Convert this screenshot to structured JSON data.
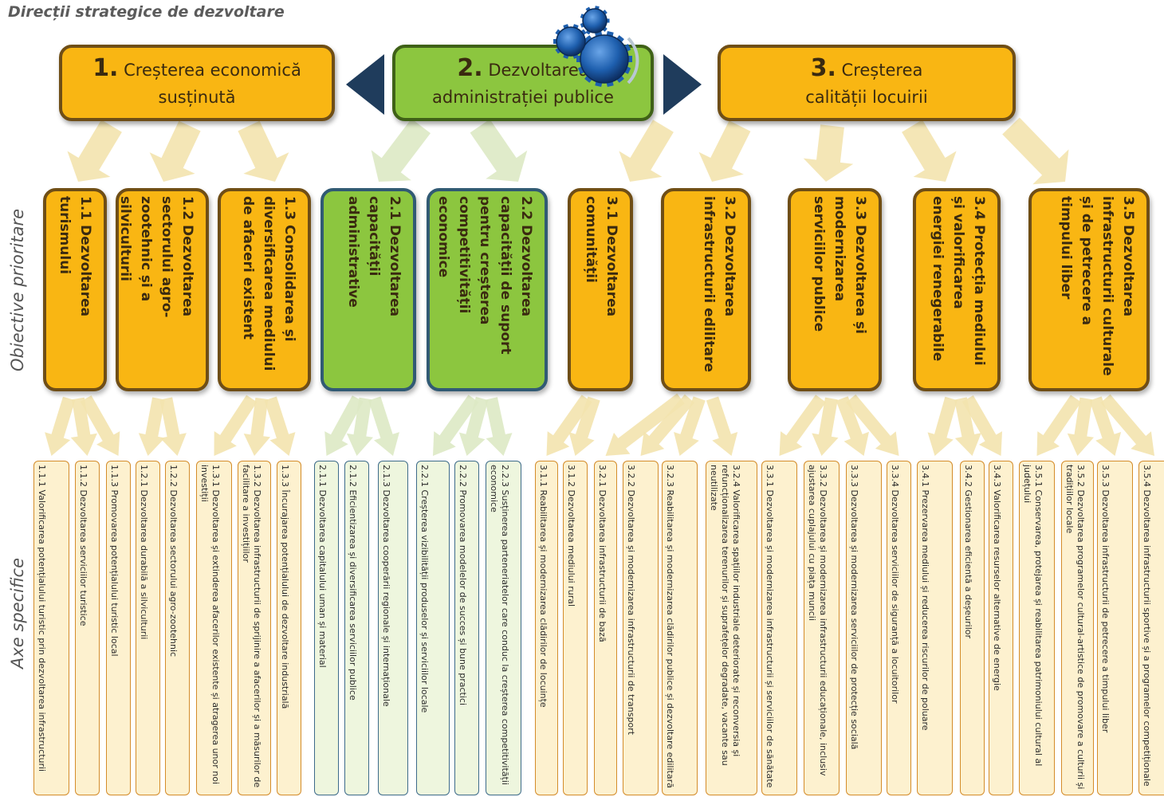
{
  "header": {
    "title": "Direcții strategice de dezvoltare"
  },
  "row_labels": {
    "objectives": "Obiective prioritare",
    "axes": "Axe specifice"
  },
  "directions": [
    {
      "num": "1.",
      "line1": "Creșterea economică",
      "line2": "susținută",
      "color": "#f9b613"
    },
    {
      "num": "2.",
      "line1": "Dezvoltarea",
      "line2": "administrației publice",
      "color": "#8cc63f"
    },
    {
      "num": "3.",
      "line1": "Creșterea",
      "line2": "calității locuirii",
      "color": "#f9b613"
    }
  ],
  "objectives": [
    {
      "code": "1.1",
      "text": "1.1 Dezvoltarea turismului",
      "group": "1"
    },
    {
      "code": "1.2",
      "text": "1.2 Dezvoltarea sectorului agro-zootehnic și a silviculturii",
      "group": "1"
    },
    {
      "code": "1.3",
      "text": "1.3 Consolidarea și diversificarea mediului de afaceri existent",
      "group": "1"
    },
    {
      "code": "2.1",
      "text": "2.1 Dezvoltarea capacității administrative",
      "group": "2"
    },
    {
      "code": "2.2",
      "text": "2.2 Dezvoltarea capacității de suport pentru creșterea competitivității economice",
      "group": "2"
    },
    {
      "code": "3.1",
      "text": "3.1 Dezvoltarea comunității",
      "group": "3"
    },
    {
      "code": "3.2",
      "text": "3.2 Dezvoltarea infrastructurii edilitare",
      "group": "3"
    },
    {
      "code": "3.3",
      "text": "3.3 Dezvoltarea și modernizarea serviciilor publice",
      "group": "3"
    },
    {
      "code": "3.4",
      "text": "3.4 Protecția mediului și valorificarea energiei renegerabile",
      "group": "3"
    },
    {
      "code": "3.5",
      "text": "3.5 Dezvoltarea infrastructurii culturale și de petrecere a timpului liber",
      "group": "3"
    }
  ],
  "axes": [
    {
      "text": "1.1.1 Valorificarea potențialului turistic prin dezvoltarea infrastructurii",
      "group": "1"
    },
    {
      "text": "1.1.2 Dezvoltarea serviciilor turistice",
      "group": "1"
    },
    {
      "text": "1.1.3 Promovarea potențialului turistic local",
      "group": "1"
    },
    {
      "text": "1.2.1 Dezvoltarea durabilă a silviculturii",
      "group": "1"
    },
    {
      "text": "1.2.2 Dezvoltarea sectorului agro-zootehnic",
      "group": "1"
    },
    {
      "text": "1.3.1 Dezvoltarea și extinderea afacerilor existente și atragerea unor noi investiții",
      "group": "1"
    },
    {
      "text": "1.3.2 Dezvoltarea infrastructurii de sprijinire a afacerilor și a măsurilor de facilitare a investițiilor",
      "group": "1"
    },
    {
      "text": "1.3.3 Încurajarea potențialului de dezvoltare industrială",
      "group": "1"
    },
    {
      "text": "2.1.1 Dezvoltarea capitalului uman și material",
      "group": "2"
    },
    {
      "text": "2.1.2 Eficientizarea și diversificarea serviciilor publice",
      "group": "2"
    },
    {
      "text": "2.1.3 Dezvoltarea cooperării regionale și internaționale",
      "group": "2"
    },
    {
      "text": "2.2.1 Creșterea vizibilității produselor și serviciilor locale",
      "group": "2"
    },
    {
      "text": "2.2.2 Promovarea modelelor de succes și bune practici",
      "group": "2"
    },
    {
      "text": "2.2.3 Susținerea parteneriatelor care conduc la creșterea competitivității economice",
      "group": "2"
    },
    {
      "text": "3.1.1 Reabilitarea și modernizarea clădirilor de locuințe",
      "group": "3"
    },
    {
      "text": "3.1.2 Dezvoltarea mediului rural",
      "group": "3"
    },
    {
      "text": "3.2.1 Dezvoltarea infrastructurii de bază",
      "group": "3"
    },
    {
      "text": "3.2.2 Dezvoltarea și modernizarea infrastructurii de transport",
      "group": "3"
    },
    {
      "text": "3.2.3 Reabilitarea și modernizarea clădirilor publice și dezvoltare edilitară",
      "group": "3"
    },
    {
      "text": "3.2.4 Valorificarea spațiilor industriale deteriorate și reconversia și refuncționalizarea terenurilor și suprafețelor degradate, vacante sau neutilizate",
      "group": "3"
    },
    {
      "text": "3.3.1 Dezvoltarea și modernizarea infrastructurii și serviciilor de sănătate",
      "group": "3"
    },
    {
      "text": "3.3.2 Dezvoltarea și modernizarea infrastructurii educaționale, inclusiv ajustarea cuplajului cu piața muncii",
      "group": "3"
    },
    {
      "text": "3.3.3 Dezvoltarea și modernizarea serviciilor de protecție socială",
      "group": "3"
    },
    {
      "text": "3.3.4 Dezvoltarea serviciilor de siguranță a locuitorilor",
      "group": "3"
    },
    {
      "text": "3.4.1 Prezervarea mediului și reducerea riscurilor de poluare",
      "group": "3"
    },
    {
      "text": "3.4.2 Gestionarea eficientă a deșeurilor",
      "group": "3"
    },
    {
      "text": "3.4.3 Valorificarea resurselor alternative de energie",
      "group": "3"
    },
    {
      "text": "3.5.1 Conservarea, protejarea și reabilitarea patrimoniului cultural al județului",
      "group": "3"
    },
    {
      "text": "3.5.2 Dezvoltarea programelor cultural-artistice de promovare a culturii și tradițiilor locale",
      "group": "3"
    },
    {
      "text": "3.5.3 Dezvoltarea infrastructurii de petrecere a timpului liber",
      "group": "3"
    },
    {
      "text": "3.5.4 Dezvoltarea infrastructurii sportive și a programelor competiționale",
      "group": "3"
    }
  ],
  "colors": {
    "orange": "#f9b613",
    "green": "#8cc63f",
    "axis_fill": "#fdf1cf",
    "axis_fill_green": "#eef6de",
    "arrow": "#f3e3ae",
    "nav_arrow": "#1f3c5c"
  },
  "icons": {
    "center": "gears-icon",
    "left": "triangle-left-icon",
    "right": "triangle-right-icon"
  }
}
